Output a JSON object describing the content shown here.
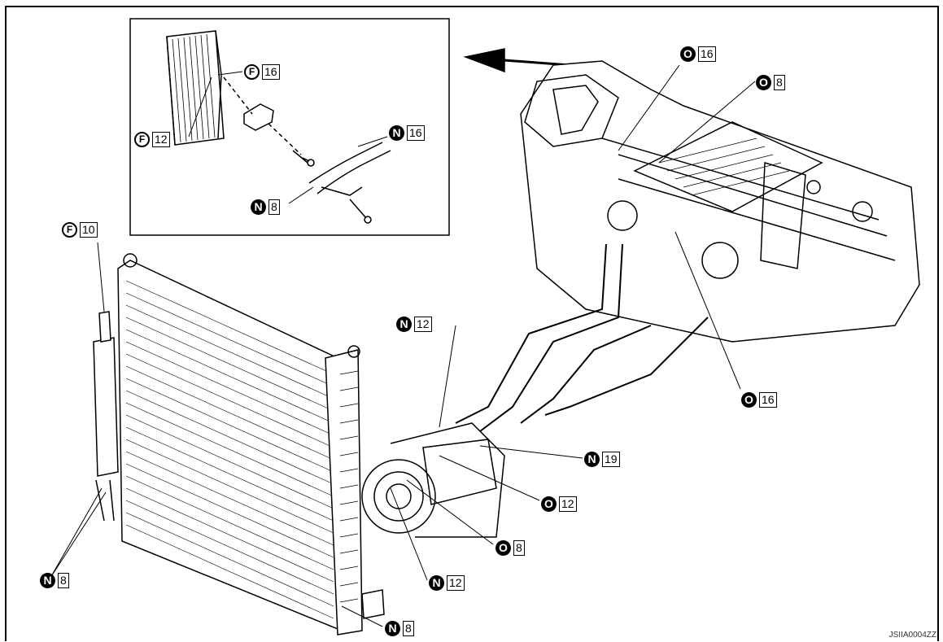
{
  "figure_code": "JSIIA0004ZZ",
  "callouts": [
    {
      "id": "f16",
      "symbol": "F",
      "value": "16"
    },
    {
      "id": "f12",
      "symbol": "F",
      "value": "12"
    },
    {
      "id": "n16",
      "symbol": "N",
      "value": "16"
    },
    {
      "id": "n8a",
      "symbol": "N",
      "value": "8"
    },
    {
      "id": "f10",
      "symbol": "F",
      "value": "10"
    },
    {
      "id": "o16a",
      "symbol": "O",
      "value": "16"
    },
    {
      "id": "o8a",
      "symbol": "O",
      "value": "8"
    },
    {
      "id": "n12a",
      "symbol": "N",
      "value": "12"
    },
    {
      "id": "o16b",
      "symbol": "O",
      "value": "16"
    },
    {
      "id": "n19",
      "symbol": "N",
      "value": "19"
    },
    {
      "id": "o12",
      "symbol": "O",
      "value": "12"
    },
    {
      "id": "o8b",
      "symbol": "O",
      "value": "8"
    },
    {
      "id": "n12b",
      "symbol": "N",
      "value": "12"
    },
    {
      "id": "n8b",
      "symbol": "N",
      "value": "8"
    },
    {
      "id": "n8c",
      "symbol": "N",
      "value": "8"
    }
  ]
}
